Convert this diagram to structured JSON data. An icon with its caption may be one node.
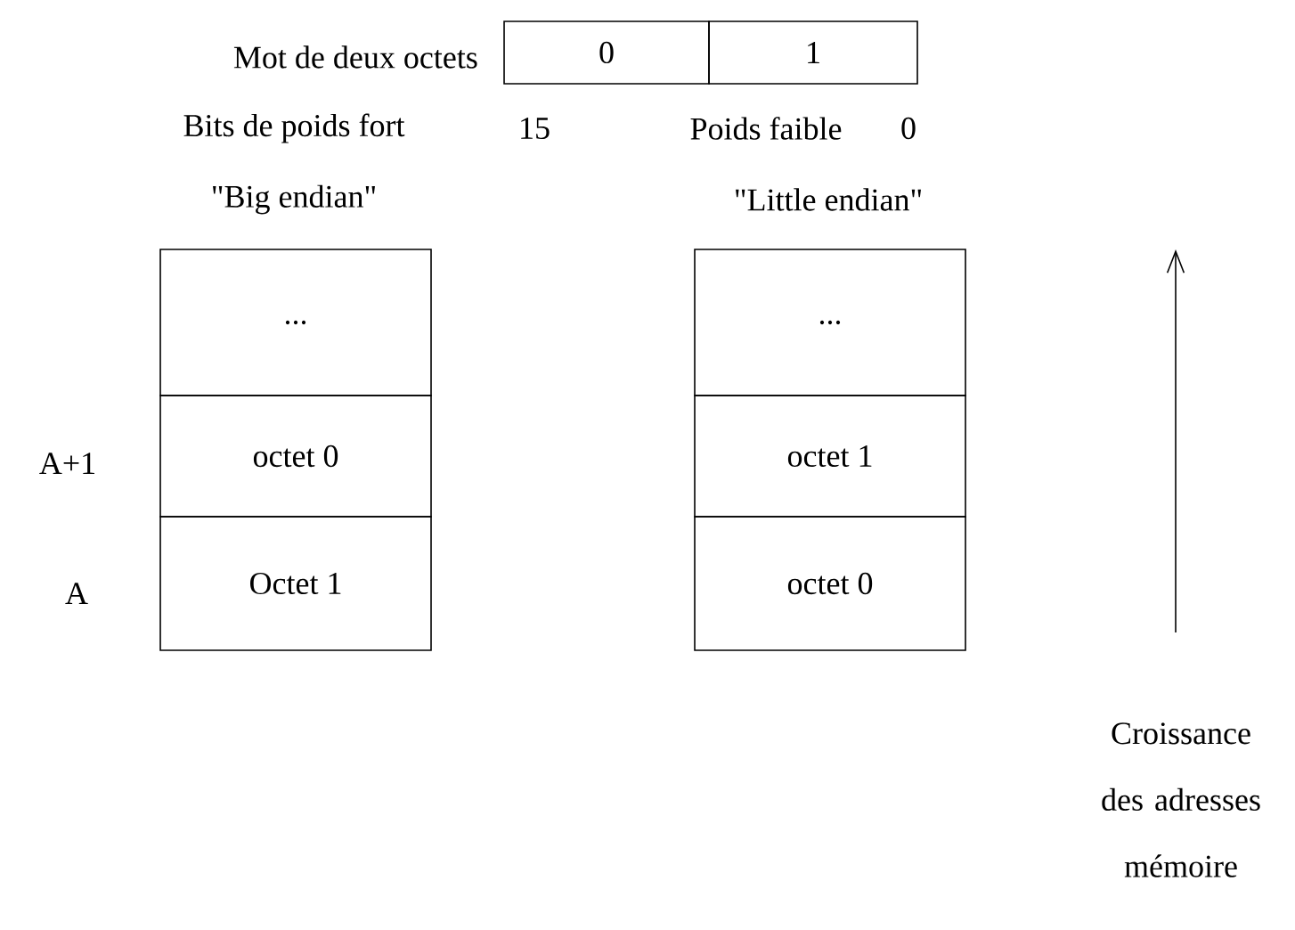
{
  "diagram": {
    "nodes": [
      {
        "text": [
          "0"
        ]
      },
      {
        "text": [
          "1"
        ]
      },
      {
        "text": [
          "..."
        ]
      },
      {
        "text": [
          "octet 0"
        ]
      },
      {
        "text": [
          "Octet 1"
        ]
      },
      {
        "text": [
          "..."
        ]
      },
      {
        "text": [
          "octet 1"
        ]
      },
      {
        "text": [
          "octet 0"
        ]
      }
    ],
    "labels": [
      "Mot de deux octets",
      "Bits de poids fort",
      "15",
      "Poids faible",
      "0",
      "\"Big endian\"",
      "\"Little endian\"",
      "A+1",
      "A",
      "Croissance des adresses mémoire"
    ]
  }
}
